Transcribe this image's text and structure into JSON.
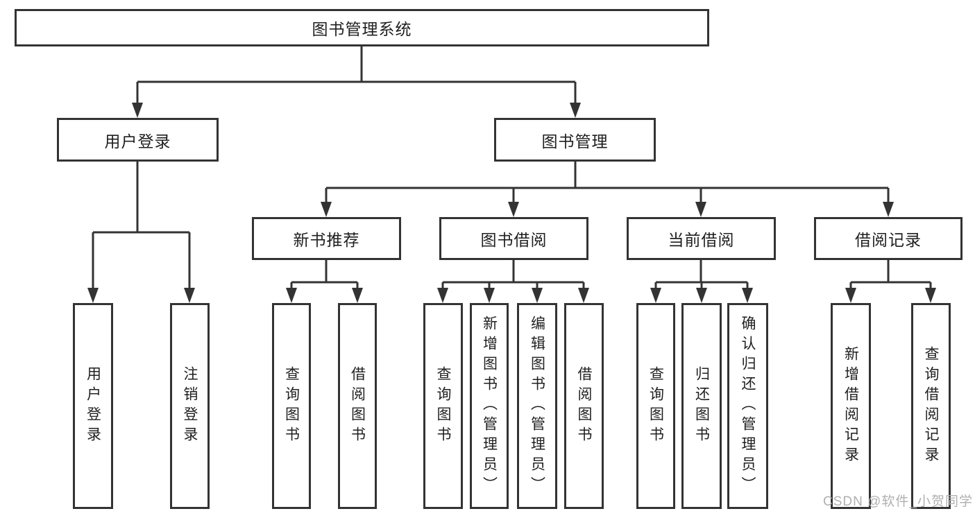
{
  "diagram": {
    "root": {
      "label": "图书管理系统"
    },
    "level2": {
      "login": {
        "label": "用户登录"
      },
      "manage": {
        "label": "图书管理"
      }
    },
    "level3": {
      "recommend": {
        "label": "新书推荐"
      },
      "borrow": {
        "label": "图书借阅"
      },
      "current": {
        "label": "当前借阅"
      },
      "records": {
        "label": "借阅记录"
      }
    },
    "leaves": {
      "login_user": {
        "label": "用户登录"
      },
      "login_logout": {
        "label": "注销登录"
      },
      "recommend_query": {
        "label": "查询图书"
      },
      "recommend_borrow": {
        "label": "借阅图书"
      },
      "borrow_query": {
        "label": "查询图书"
      },
      "borrow_add": {
        "label": "新增图书（管理员）"
      },
      "borrow_edit": {
        "label": "编辑图书（管理员）"
      },
      "borrow_lend": {
        "label": "借阅图书"
      },
      "current_query": {
        "label": "查询图书"
      },
      "current_return": {
        "label": "归还图书"
      },
      "current_confirm": {
        "label": "确认归还（管理员）"
      },
      "records_add": {
        "label": "新增借阅记录"
      },
      "records_query": {
        "label": "查询借阅记录"
      }
    },
    "watermark": "CSDN @软件_小贺同学",
    "colors": {
      "line": "#333333",
      "text": "#1f1f1f",
      "box_bg": "#ffffff",
      "watermark": "#b0b0b0"
    }
  }
}
